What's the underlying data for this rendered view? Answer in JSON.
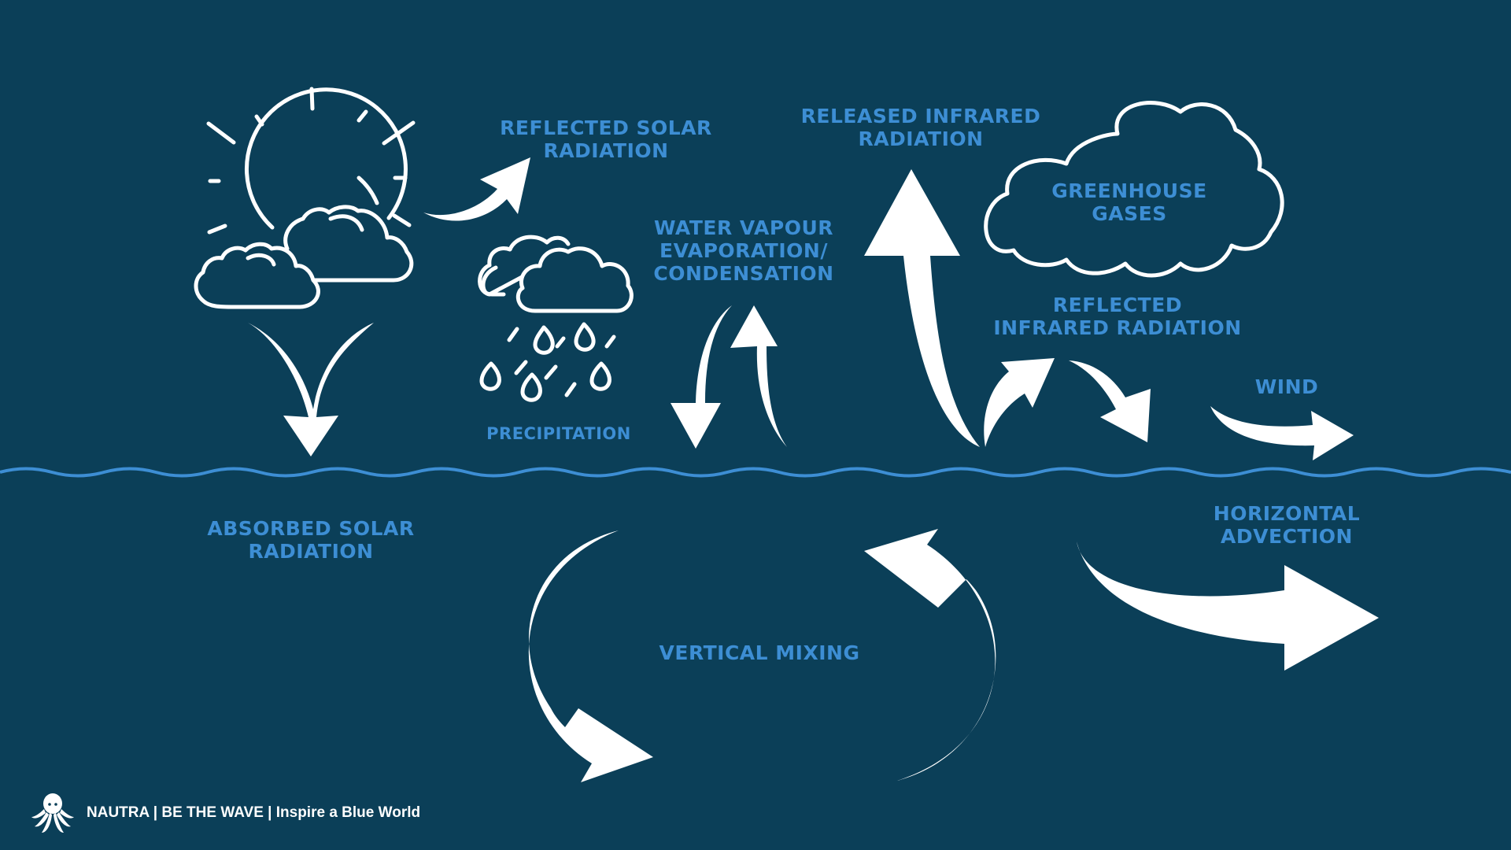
{
  "labels": {
    "reflected_solar": [
      "REFLECTED SOLAR",
      "RADIATION"
    ],
    "released_infrared": [
      "RELEASED INFRARED",
      "RADIATION"
    ],
    "greenhouse_gases": [
      "GREENHOUSE",
      "GASES"
    ],
    "water_vapour": [
      "WATER VAPOUR",
      "EVAPORATION/",
      "CONDENSATION"
    ],
    "reflected_infrared": [
      "REFLECTED",
      "INFRARED RADIATION"
    ],
    "wind": "WIND",
    "precipitation": "PRECIPITATION",
    "absorbed_solar": [
      "ABSORBED SOLAR",
      "RADIATION"
    ],
    "horizontal_advection": [
      "HORIZONTAL",
      "ADVECTION"
    ],
    "vertical_mixing": "VERTICAL MIXING"
  },
  "footer": {
    "brand": "NAUTRA | BE THE WAVE | Inspire a Blue World"
  },
  "colors": {
    "background": "#0b3f58",
    "label": "#3d8ed4",
    "wave": "#3d8ed4",
    "art": "#ffffff"
  },
  "icons": [
    "sun-with-clouds-icon",
    "rain-cloud-icon",
    "greenhouse-cloud-icon",
    "octopus-logo-icon"
  ]
}
